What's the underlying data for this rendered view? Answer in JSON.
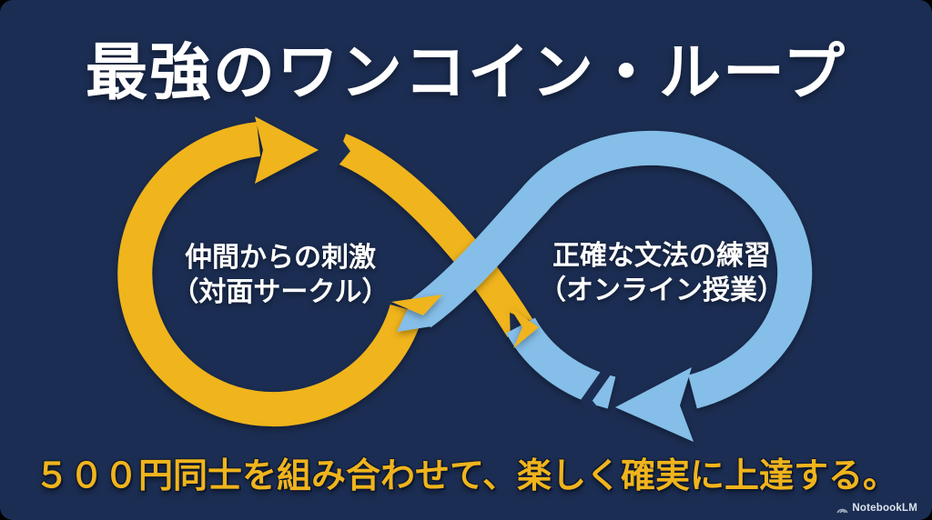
{
  "title": "最強のワンコイン・ループ",
  "colors": {
    "background": "#1b2d52",
    "yellow": "#f0b41c",
    "blue": "#85bee8",
    "footer_text": "#f0b41c",
    "title_text": "#ffffff"
  },
  "loops": {
    "left": {
      "label_line1": "仲間からの刺激",
      "label_line2": "（対面サークル）",
      "arrow_color": "#f0b41c",
      "arrow_direction": "clockwise, arrowhead at top pointing right"
    },
    "right": {
      "label_line1": "正確な文法の練習",
      "label_line2": "（オンライン授業）",
      "arrow_color": "#85bee8",
      "arrow_direction": "clockwise, arrowhead at bottom pointing left"
    }
  },
  "footer": {
    "message": "５００円同士を組み合わせて、楽しく確実に上達する。"
  },
  "watermark": {
    "label": "NotebookLM",
    "icon": "notebooklm-logo-icon"
  }
}
